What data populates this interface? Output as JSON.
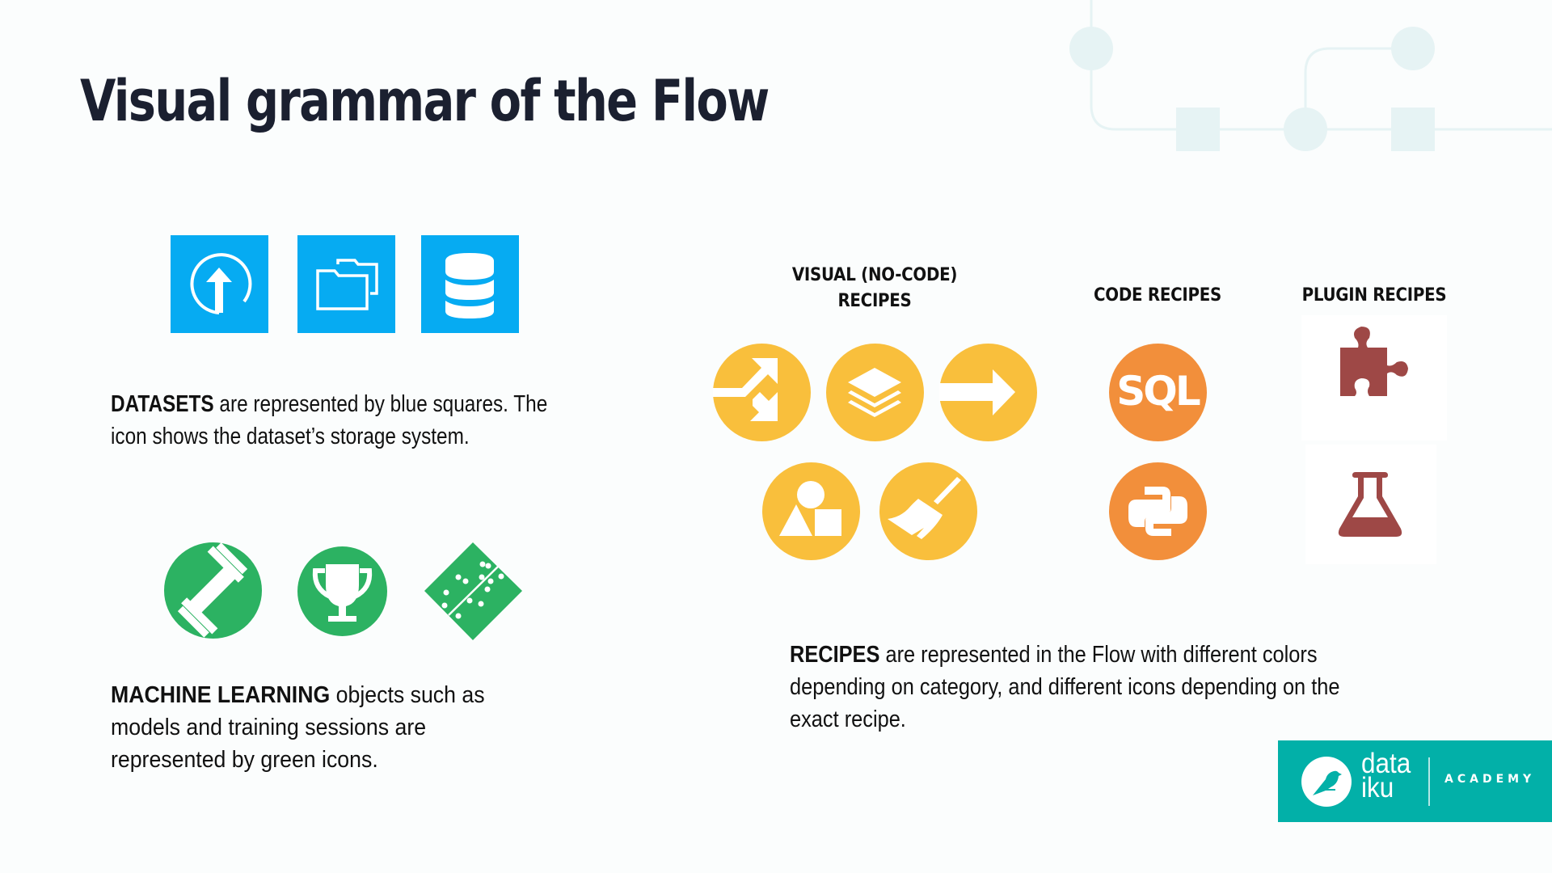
{
  "title": "Visual grammar of the Flow",
  "datasets": {
    "icons": [
      "upload-icon",
      "folder-icon",
      "database-icon"
    ],
    "color": "#06abf2",
    "caption_bold": "DATASETS",
    "caption_line1_rest": " are represented by blue squares. The",
    "caption_line2": "icon shows the dataset’s storage system."
  },
  "machine_learning": {
    "icons": [
      "dumbbell-icon",
      "trophy-icon",
      "domino-icon"
    ],
    "color": "#2cb262",
    "caption_bold": "MACHINE LEARNING",
    "caption_line1_rest": " objects such as",
    "caption_line2": "models and training sessions are",
    "caption_line3": "represented by green icons."
  },
  "recipes": {
    "visual": {
      "header_line1": "VISUAL (NO-CODE)",
      "header_line2": "RECIPES",
      "color": "#f9bf3c",
      "icons": [
        "split-icon",
        "stack-icon",
        "sync-arrow-icon",
        "shapes-icon",
        "broom-icon"
      ]
    },
    "code": {
      "header": "CODE RECIPES",
      "color": "#f28f3b",
      "icons": [
        "sql-icon",
        "python-icon"
      ],
      "sql_text": "SQL"
    },
    "plugin": {
      "header": "PLUGIN RECIPES",
      "color": "#9e4846",
      "icons": [
        "puzzle-icon",
        "flask-icon"
      ]
    },
    "caption_bold": "RECIPES",
    "caption_line1_rest": " are represented in the Flow with different colors",
    "caption_line2": "depending on category, and different icons depending on the",
    "caption_line3": "exact recipe."
  },
  "logo": {
    "word1": "data",
    "word2": "iku",
    "tag": "ACADEMY",
    "color": "#02b0a8"
  }
}
